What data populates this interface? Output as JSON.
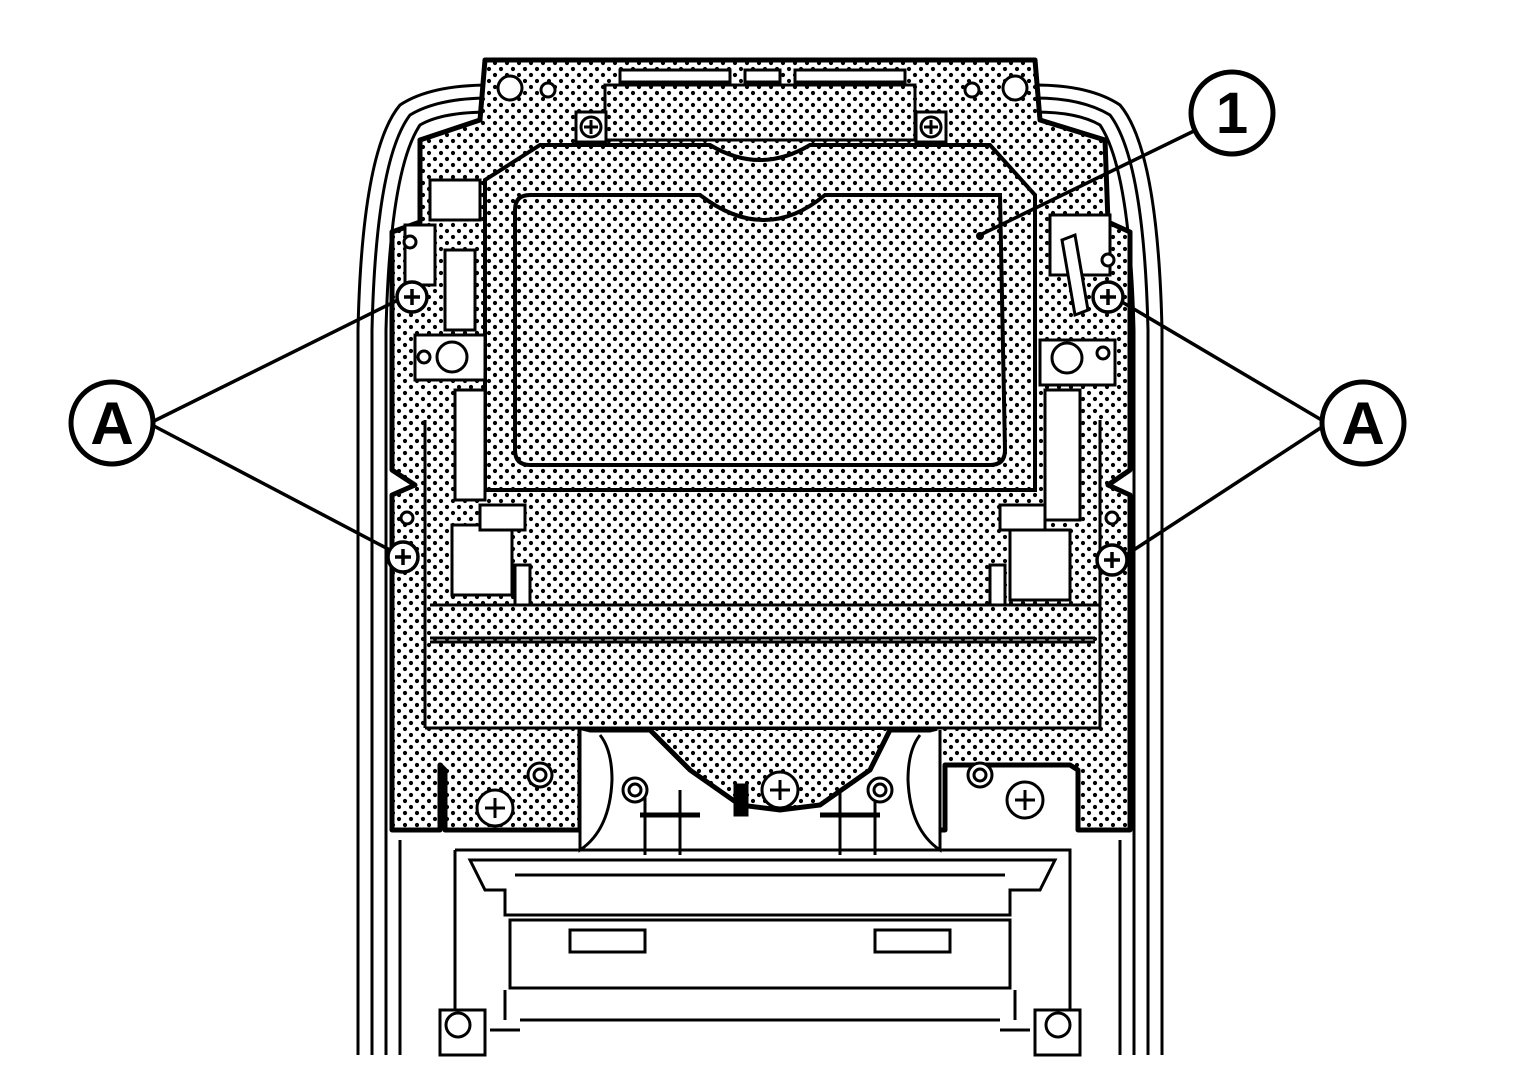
{
  "diagram": {
    "callouts": {
      "part_1": "1",
      "fastener_left": "A",
      "fastener_right": "A"
    },
    "colors": {
      "line": "#000000",
      "background": "#ffffff",
      "stipple": "#000000"
    },
    "icons": {
      "screw": "phillips-screw-head",
      "pivot": "pivot-bolt"
    }
  }
}
